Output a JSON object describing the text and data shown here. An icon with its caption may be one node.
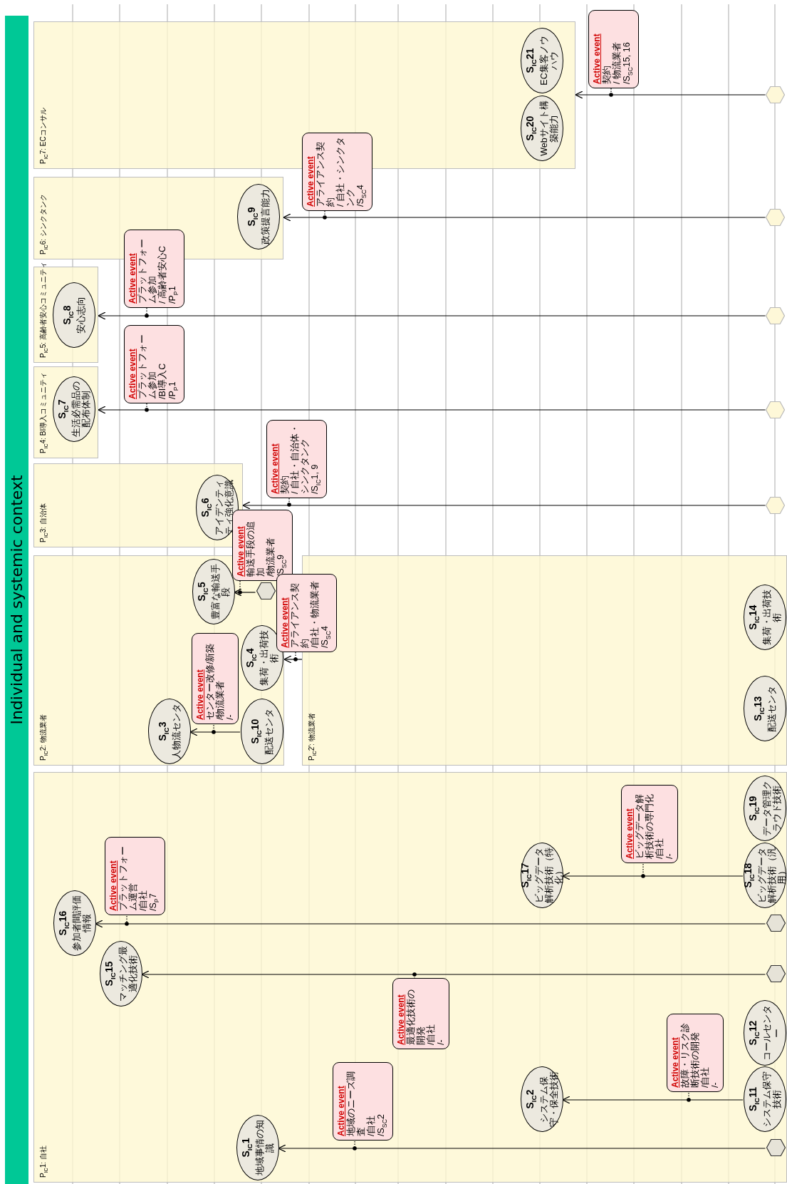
{
  "diagram": {
    "title": "Individual and systemic context",
    "nodes": [
      {
        "text": [
          "P$_{IC}$7: ECコンサル"
        ]
      },
      {
        "text": [
          "S$_{IC}$21",
          "EC集客ノウハウ"
        ],
        "in": 0
      },
      {
        "text": [
          "S$_{IC}$20",
          "Webサイト構築能力"
        ],
        "in": 0
      },
      {
        "text": [
          "P$_{IC}$6: シンクタンク"
        ]
      },
      {
        "text": [
          "S$_{IC}$9",
          "政策提言能力"
        ],
        "in": 3
      },
      {
        "text": [
          "P$_{IC}$5: 高齢者安心コミュニティ"
        ]
      },
      {
        "text": [
          "S$_{IC}$8",
          "安心志向"
        ],
        "in": 5
      },
      {
        "text": [
          "P$_{IC}$4: BI導入コミュニティ"
        ]
      },
      {
        "text": [
          "S$_{IC}$7",
          "生活必需品の配布体制"
        ],
        "in": 7
      },
      {
        "text": [
          "P$_{IC}$3: 自治体"
        ]
      },
      {
        "text": [
          "S$_{IC}$6",
          "アイデンティティ強化意識"
        ],
        "in": 9
      },
      {
        "text": [
          "P$_{IC}$2: 物流業者"
        ]
      },
      {
        "text": [
          "S$_{IC}$5",
          "豊富な輸送手段"
        ],
        "in": 11
      },
      {
        "text": [
          "S$_{IC}$4",
          "集荷・出荷技術"
        ],
        "in": 11
      },
      {
        "text": [
          "S$_{IC}$3",
          "人物流センタ"
        ],
        "in": 11
      },
      {
        "text": [
          "S$_{IC}$10",
          "配送センタ"
        ],
        "in": 11
      },
      {
        "text": [],
        "shape": "hexagon",
        "in": 11
      },
      {
        "text": [
          "P$_{IC}$2': 物流業者"
        ]
      },
      {
        "text": [
          "S$_{IC}$14",
          "集荷・出荷技術"
        ],
        "in": 17
      },
      {
        "text": [
          "S$_{IC}$13",
          "配送センタ"
        ],
        "in": 17
      },
      {
        "text": [
          "P$_{IC}$1: 自社"
        ]
      },
      {
        "text": [
          "S$_{IC}$16",
          "参加者間評価情報"
        ],
        "in": 20
      },
      {
        "text": [
          "S$_{IC}$15",
          "マッチング最適化技術"
        ],
        "in": 20
      },
      {
        "text": [
          "S$_{IC}$17",
          "ビッグデータ解析技術（特化）"
        ],
        "in": 20
      },
      {
        "text": [
          "S$_{IC}$18",
          "ビッグデータ解析技術（汎用）"
        ],
        "in": 20
      },
      {
        "text": [
          "S$_{IC}$19",
          "データ管理クラウド技術"
        ],
        "in": 20
      },
      {
        "text": [
          "S$_{IC}$2",
          "システム保守・保全技術"
        ],
        "in": 20
      },
      {
        "text": [
          "S$_{IC}$12",
          "コールセンター"
        ],
        "in": 20
      },
      {
        "text": [
          "S$_{IC}$11",
          "システム保守技術"
        ],
        "in": 20
      },
      {
        "text": [
          "S$_{IC}$1",
          "地域事情の知識"
        ],
        "in": 20
      },
      {
        "text": [],
        "shape": "hexagon"
      },
      {
        "text": [],
        "shape": "hexagon"
      },
      {
        "text": [],
        "shape": "hexagon"
      },
      {
        "text": [],
        "shape": "hexagon"
      },
      {
        "text": [],
        "shape": "hexagon"
      },
      {
        "text": [],
        "shape": "hexagon",
        "in": 20
      },
      {
        "text": [],
        "shape": "hexagon",
        "in": 20
      },
      {
        "text": [],
        "shape": "hexagon",
        "in": 20
      },
      {
        "text": [
          "Active event",
          "契約",
          "/ 物流業者",
          "/S$_{SC}$15, 16"
        ]
      },
      {
        "text": [
          "Active event",
          "アライアンス契約",
          "/ 自社・シンクタンク",
          "/S$_{SC}$4"
        ]
      },
      {
        "text": [
          "Active event",
          "プラットフォーム参加",
          "/ 高齢者安心C",
          "/P$_{P}$1"
        ]
      },
      {
        "text": [
          "Active event",
          "プラットフォーム参加",
          "/BI導入C",
          "/P$_{P}$1"
        ]
      },
      {
        "text": [
          "Active event",
          "契約",
          "/ 自社・自治体・シンクタンク",
          "/S$_{IC}$1, 9"
        ]
      },
      {
        "text": [
          "Active event",
          "輸送手段の追加",
          "/物流業者",
          "/S$_{SC}$9"
        ]
      },
      {
        "text": [
          "Active event",
          "アライアンス契約",
          "/自社・物流業者",
          "/S$_{SC}$4"
        ]
      },
      {
        "text": [
          "Active event",
          "センター改修/新築",
          "/物流業者",
          "/-"
        ],
        "in": 11
      },
      {
        "text": [
          "Active event",
          "プラットフォーム運営",
          "/自社",
          "/S$_{P}$7"
        ],
        "in": 20
      },
      {
        "text": [
          "Active event",
          "最適化技術の開発",
          "/自社",
          "/-"
        ],
        "in": 20
      },
      {
        "text": [
          "Active event",
          "ビッグデータ解析技術の専門化",
          "/自社",
          "/-"
        ],
        "in": 20
      },
      {
        "text": [
          "Active event",
          "故障・リスク診断技術の開発",
          "/自社",
          "/-"
        ],
        "in": 20
      },
      {
        "text": [
          "Active event",
          "地域のニーズ調査",
          "/自社",
          "/S$_{SC}$2"
        ],
        "in": 20
      }
    ],
    "edges": [
      {
        "from": 30,
        "to": 0,
        "arrow": "to"
      },
      {
        "from": 31,
        "to": 3,
        "arrow": "to"
      },
      {
        "from": 32,
        "to": 5,
        "arrow": "to"
      },
      {
        "from": 33,
        "to": 7,
        "arrow": "to"
      },
      {
        "from": 34,
        "to": 9,
        "arrow": "to"
      },
      {
        "from": 16,
        "to": 12,
        "arrow": "to"
      },
      {
        "from": 17,
        "to": 11,
        "arrow": "to"
      },
      {
        "from": 15,
        "to": 14,
        "arrow": "to"
      },
      {
        "from": 35,
        "to": 21,
        "arrow": "to"
      },
      {
        "from": 36,
        "to": 22,
        "arrow": "to"
      },
      {
        "from": 24,
        "to": 23,
        "arrow": "to"
      },
      {
        "from": 28,
        "to": 26,
        "arrow": "to"
      },
      {
        "from": 37,
        "to": 29,
        "arrow": "to"
      },
      {
        "from": 38,
        "to": null,
        "arrow": "other",
        "style": "dashed"
      },
      {
        "from": 39,
        "to": null,
        "arrow": "other",
        "style": "dashed"
      },
      {
        "from": 40,
        "to": null,
        "arrow": "other",
        "style": "dashed"
      },
      {
        "from": 41,
        "to": null,
        "arrow": "other",
        "style": "dashed"
      },
      {
        "from": 42,
        "to": null,
        "arrow": "other",
        "style": "dashed"
      },
      {
        "from": 43,
        "to": null,
        "arrow": "other",
        "style": "dashed"
      },
      {
        "from": 44,
        "to": null,
        "arrow": "other",
        "style": "dashed"
      },
      {
        "from": 45,
        "to": null,
        "arrow": "other",
        "style": "dashed"
      },
      {
        "from": 46,
        "to": null,
        "arrow": "other",
        "style": "dashed"
      },
      {
        "from": 47,
        "to": null,
        "arrow": "other",
        "style": "dashed"
      },
      {
        "from": 48,
        "to": null,
        "arrow": "other",
        "style": "dashed"
      },
      {
        "from": 49,
        "to": null,
        "arrow": "other",
        "style": "dashed"
      },
      {
        "from": 50,
        "to": null,
        "arrow": "other",
        "style": "dashed"
      }
    ]
  }
}
